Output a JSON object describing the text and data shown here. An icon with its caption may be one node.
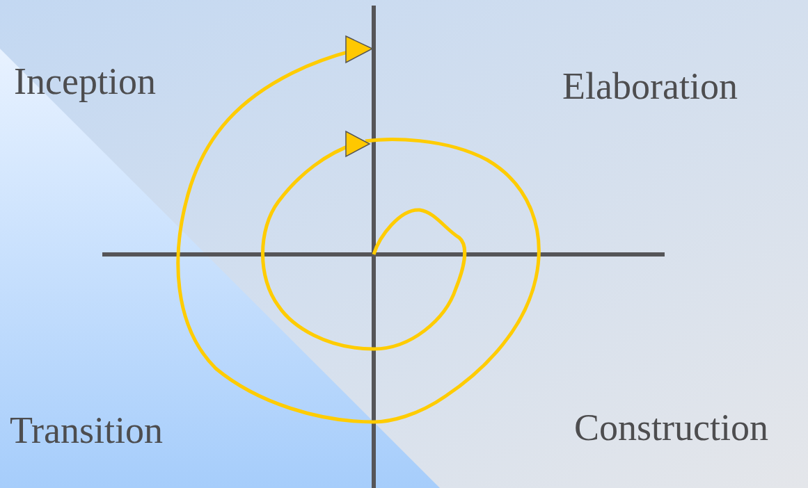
{
  "diagram": {
    "labels": [
      "Inception",
      "Elaboration",
      "Transition",
      "Construction"
    ]
  }
}
